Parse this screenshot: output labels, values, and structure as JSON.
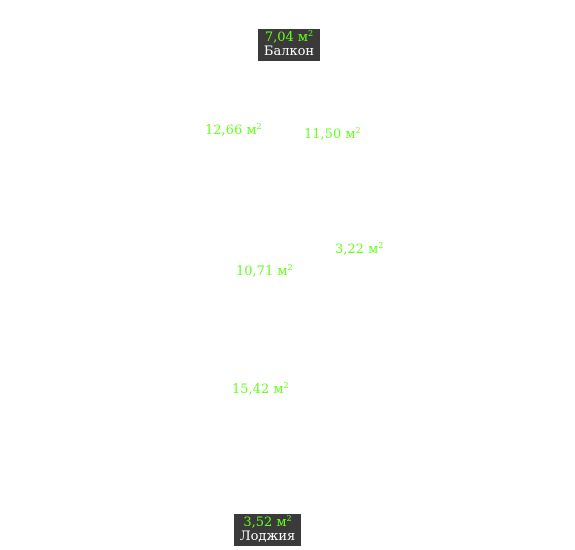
{
  "style": {
    "area_color": "#66ff1a",
    "tag_background": "#3a3a3a",
    "tag_text_color": "#ffffff"
  },
  "rooms": [
    {
      "area": "12,66 м",
      "unit_power": "2"
    },
    {
      "area": "11,50 м",
      "unit_power": "2"
    },
    {
      "area": "3,22 м",
      "unit_power": "2"
    },
    {
      "area": "10,71 м",
      "unit_power": "2"
    },
    {
      "area": "15,42 м",
      "unit_power": "2"
    }
  ],
  "balcony": {
    "area": "7,04 м",
    "unit_power": "2",
    "name": "Балкон"
  },
  "loggia": {
    "area": "3,52 м",
    "unit_power": "2",
    "name": "Лоджия"
  }
}
